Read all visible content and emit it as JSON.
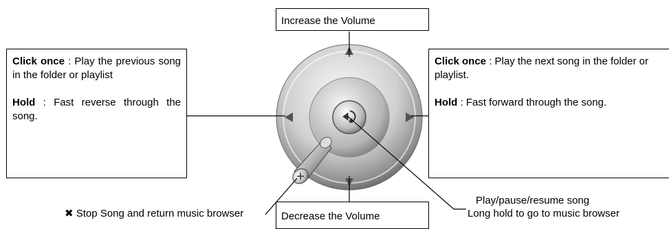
{
  "top_label": "Increase the Volume",
  "bottom_label": "Decrease the Volume",
  "left_box": {
    "line1_bold": "Click once",
    "line1_rest": " : Play the previous song in the folder or playlist",
    "line2_bold": "Hold",
    "line2_rest": " : Fast reverse through the song."
  },
  "right_box": {
    "line1_bold": "Click once",
    "line1_rest": " : Play the next song in the folder or playlist.",
    "line2_bold": "Hold",
    "line2_rest": " : Fast forward through the song."
  },
  "stop_label": {
    "icon": "✖",
    "text": "Stop Song and return music browser"
  },
  "center_label": {
    "line1": "Play/pause/resume song",
    "line2": "Long hold to go to music browser"
  },
  "icons": [
    "up-arrow-icon",
    "down-arrow-icon",
    "left-arrow-icon",
    "right-arrow-icon",
    "play-pause-icon",
    "stop-knob-icon"
  ]
}
